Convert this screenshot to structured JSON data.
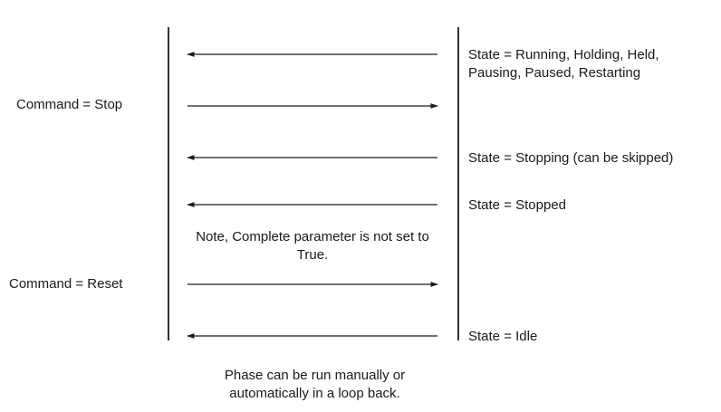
{
  "right_labels": {
    "state_running": "State = Running, Holding, Held,\nPausing, Paused, Restarting",
    "state_stopping": "State = Stopping (can be skipped)",
    "state_stopped": "State = Stopped",
    "state_idle": "State = Idle"
  },
  "left_labels": {
    "command_stop": "Command = Stop",
    "command_reset": "Command = Reset"
  },
  "notes": {
    "complete_param": "Note, Complete parameter is not set to True.",
    "phase_loop": "Phase can be run manually or automatically in a loop back."
  },
  "messages": [
    {
      "direction": "to-left"
    },
    {
      "direction": "to-right"
    },
    {
      "direction": "to-left"
    },
    {
      "direction": "to-left"
    },
    {
      "direction": "to-right"
    },
    {
      "direction": "to-left"
    }
  ]
}
